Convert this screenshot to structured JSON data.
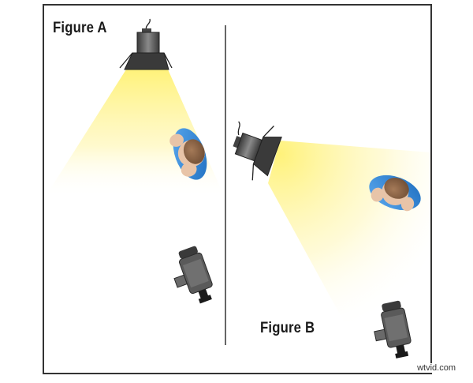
{
  "figure_a": {
    "label": "Figure A"
  },
  "figure_b": {
    "label": "Figure B"
  },
  "watermark": "wtvid.com",
  "colors": {
    "frame": "#333333",
    "light_beam": "#fff59a",
    "shirt": "#2e86de",
    "skin": "#e8c4a8",
    "hair": "#8a6447",
    "light_body": "#555555",
    "camera_body": "#585858"
  }
}
